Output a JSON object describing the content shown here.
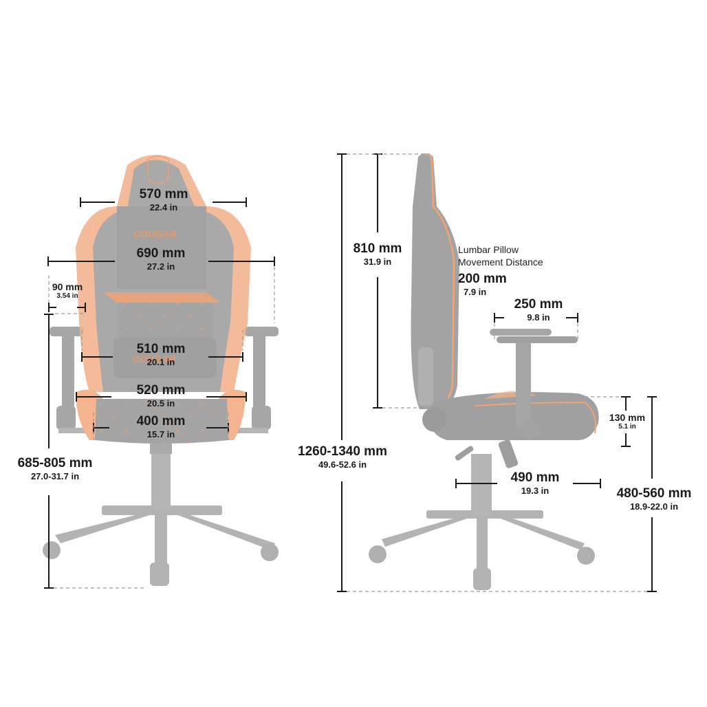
{
  "brand": {
    "logo_text": "COUGAR",
    "accent_color": "#f0a373",
    "chair_body_color": "#a9a9a9",
    "line_color": "#1a1a1a"
  },
  "front_view": {
    "headrest_width": {
      "mm": "570 mm",
      "in": "22.4 in"
    },
    "shoulder_width": {
      "mm": "690 mm",
      "in": "27.2 in"
    },
    "armrest_offset": {
      "mm": "90 mm",
      "in": "3.54 in"
    },
    "backrest_width": {
      "mm": "510 mm",
      "in": "20.1 in"
    },
    "seat_outer_width": {
      "mm": "520 mm",
      "in": "20.5 in"
    },
    "seat_inner_width": {
      "mm": "400 mm",
      "in": "15.7 in"
    },
    "armrest_height": {
      "mm": "685-805 mm",
      "in": "27.0-31.7 in"
    }
  },
  "side_view": {
    "total_height": {
      "mm": "1260-1340 mm",
      "in": "49.6-52.6 in"
    },
    "backrest_height": {
      "mm": "810 mm",
      "in": "31.9 in"
    },
    "lumbar": {
      "label_line1": "Lumbar Pillow",
      "label_line2": "Movement Distance",
      "mm": "200 mm",
      "in": "7.9 in"
    },
    "armrest_length": {
      "mm": "250 mm",
      "in": "9.8 in"
    },
    "seat_thickness": {
      "mm": "130 mm",
      "in": "5.1 in"
    },
    "seat_depth": {
      "mm": "490 mm",
      "in": "19.3 in"
    },
    "seat_height": {
      "mm": "480-560 mm",
      "in": "18.9-22.0 in"
    }
  }
}
